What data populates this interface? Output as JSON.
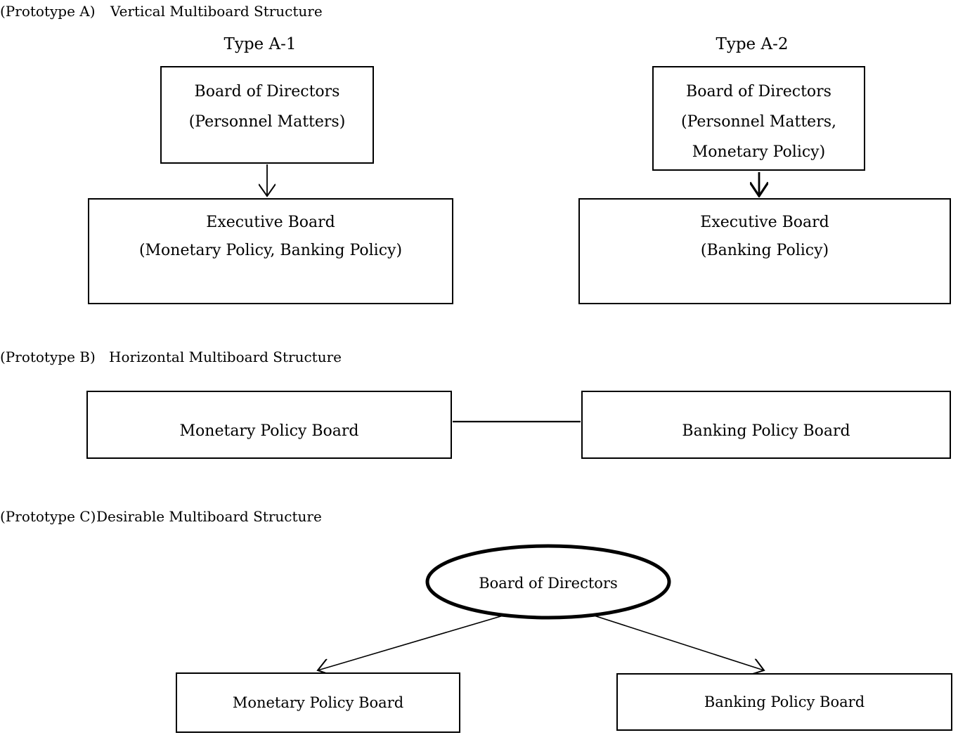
{
  "sections": {
    "a": {
      "label": "(Prototype A)",
      "title": "Vertical Multiboard Structure",
      "type_a1": "Type A-1",
      "type_a2": "Type A-2",
      "a1_board": {
        "line1": "Board of Directors",
        "line2": "(Personnel Matters)"
      },
      "a2_board": {
        "line1": "Board of Directors",
        "line2": "(Personnel Matters,",
        "line3": "Monetary Policy)"
      },
      "a1_exec": {
        "line1": "Executive Board",
        "line2": "(Monetary Policy, Banking Policy)"
      },
      "a2_exec": {
        "line1": "Executive Board",
        "line2": "(Banking Policy)"
      }
    },
    "b": {
      "label": "(Prototype B)",
      "title": "Horizontal Multiboard Structure",
      "monetary_box": "Monetary Policy Board",
      "banking_box": "Banking Policy Board"
    },
    "c": {
      "label": "(Prototype C)",
      "title": "Desirable Multiboard Structure",
      "board_ellipse": "Board of Directors",
      "monetary_box": "Monetary Policy Board",
      "banking_box": "Banking Policy Board"
    }
  },
  "colors": {
    "ink": "#000000",
    "background": "#ffffff"
  }
}
